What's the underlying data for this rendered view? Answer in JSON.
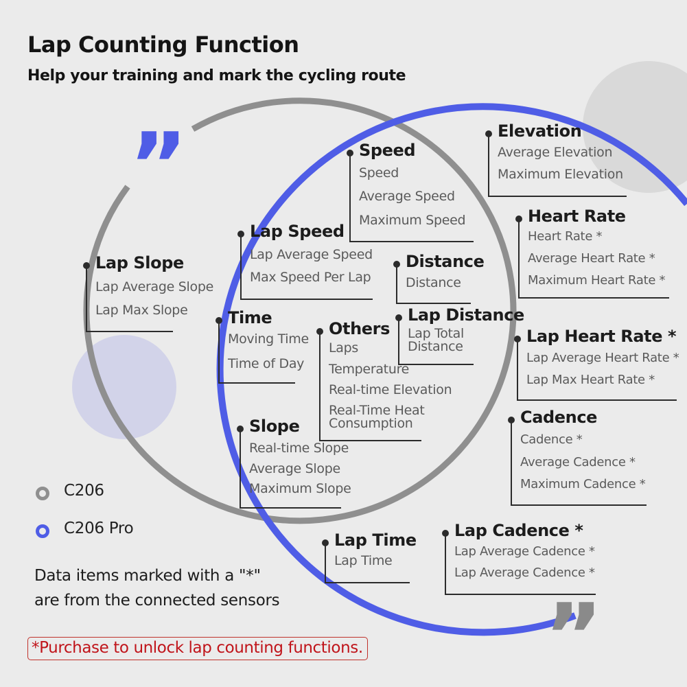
{
  "header": {
    "title": "Lap Counting Function",
    "subtitle": "Help your training and mark the cycling route"
  },
  "colors": {
    "background": "#ebebeb",
    "c206_ring": "#8f8f8f",
    "c206_pro_ring": "#4f5de6",
    "decor_circle_gray": "#d9d9d9",
    "decor_circle_blue": "#c9cbe8",
    "quote_mark_blue": "#4f5de6",
    "quote_mark_gray": "#8a8a8a",
    "promo_text": "#c0141a"
  },
  "decor": {
    "open_quote": "”",
    "close_quote": "”"
  },
  "groups": [
    {
      "id": "lap-slope",
      "title": "Lap Slope",
      "items": [
        "Lap Average Slope",
        "Lap Max Slope"
      ]
    },
    {
      "id": "lap-speed",
      "title": "Lap Speed",
      "items": [
        "Lap Average Speed",
        "Max Speed Per Lap"
      ]
    },
    {
      "id": "speed",
      "title": "Speed",
      "items": [
        "Speed",
        "Average Speed",
        "Maximum Speed"
      ]
    },
    {
      "id": "distance",
      "title": "Distance",
      "items": [
        "Distance"
      ]
    },
    {
      "id": "lap-distance",
      "title": "Lap Distance",
      "items": [
        "Lap Total",
        "Distance"
      ]
    },
    {
      "id": "time",
      "title": "Time",
      "items": [
        "Moving Time",
        "Time of Day"
      ]
    },
    {
      "id": "others",
      "title": "Others",
      "items": [
        "Laps",
        "Temperature",
        "Real-time Elevation",
        "Real-Time Heat",
        "Consumption"
      ]
    },
    {
      "id": "slope",
      "title": "Slope",
      "items": [
        "Real-time Slope",
        "Average Slope",
        "Maximum Slope"
      ]
    },
    {
      "id": "elevation",
      "title": "Elevation",
      "items": [
        "Average Elevation",
        "Maximum Elevation"
      ]
    },
    {
      "id": "heart-rate",
      "title": "Heart Rate",
      "items": [
        "Heart Rate *",
        "Average Heart Rate *",
        "Maximum Heart Rate *"
      ]
    },
    {
      "id": "lap-heart-rate",
      "title": "Lap Heart Rate *",
      "items": [
        "Lap Average Heart Rate *",
        "Lap Max Heart Rate *"
      ]
    },
    {
      "id": "cadence",
      "title": "Cadence",
      "items": [
        "Cadence *",
        "Average Cadence *",
        "Maximum Cadence *"
      ]
    },
    {
      "id": "lap-cadence",
      "title": "Lap Cadence *",
      "items": [
        "Lap Average Cadence *",
        "Lap Average Cadence *"
      ]
    },
    {
      "id": "lap-time",
      "title": "Lap Time",
      "items": [
        "Lap Time"
      ]
    }
  ],
  "legend": {
    "c206": "C206",
    "c206_pro": "C206 Pro"
  },
  "note": {
    "line1": "Data items marked with a \"*\"",
    "line2": "are from the connected sensors"
  },
  "promo": "*Purchase to unlock lap counting functions."
}
